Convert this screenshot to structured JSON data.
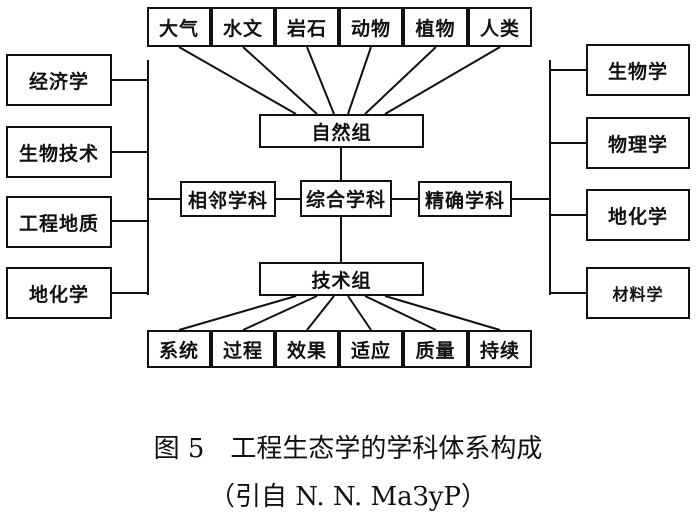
{
  "top_row": [
    "大气",
    "水文",
    "岩石",
    "动物",
    "植物",
    "人类"
  ],
  "bottom_row": [
    "系统",
    "过程",
    "效果",
    "适应",
    "质量",
    "持续"
  ],
  "center": {
    "natural_group": "自然组",
    "tech_group": "技术组",
    "adjacent": "相邻学科",
    "integrated": "综合学科",
    "exact": "精确学科"
  },
  "left_column": [
    "经济学",
    "生物技术",
    "工程地质",
    "地化学"
  ],
  "right_column": [
    "生物学",
    "物理学",
    "地化学",
    "材料学"
  ],
  "caption": {
    "title": "图 5　工程生态学的学科体系构成",
    "source": "（引自 N. N. MaЗyP）"
  }
}
